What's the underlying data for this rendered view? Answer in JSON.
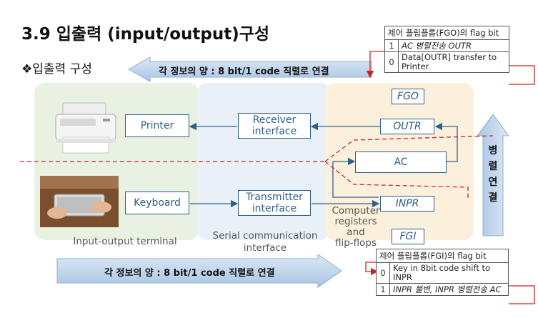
{
  "title": "3.9 입출력 (input/output)구성",
  "subtitle": "❖입출력 구성",
  "top_banner": "각 정보의 양 : 8 bit/1 code  직렬로 연결",
  "bottom_banner": "각 정보의 양 : 8 bit/1 code  직렬로 연결",
  "side_banner": [
    "병",
    "렬",
    "연",
    "결"
  ],
  "devices": {
    "printer": "Printer",
    "keyboard": "Keyboard",
    "receiver": "Receiver\ninterface",
    "transmitter": "Transmitter\ninterface",
    "ac": "AC",
    "outr": "OUTR",
    "inpr": "INPR",
    "fgo": "FGO",
    "fgi": "FGI"
  },
  "captions": {
    "terminal": "Input-output terminal",
    "serial": "Serial communication\ninterface",
    "registers": "Computer\nregisters\nand\nflip-flops"
  },
  "fgo_table": {
    "header": "제어 플립플롭(FGO)의 flag bit",
    "rows": [
      {
        "bit": "1",
        "desc": "AC 병렬전송  OUTR"
      },
      {
        "bit": "0",
        "desc": "Data[OUTR] transfer to Printer"
      }
    ]
  },
  "fgi_table": {
    "header": "제어 플립플롭(FGI)의 flag bit",
    "rows": [
      {
        "bit": "0",
        "desc": "Key in 8bit code shift to INPR"
      },
      {
        "bit": "1",
        "desc": "INPR 불변, INPR 병렬전송 AC"
      }
    ]
  },
  "colors": {
    "terminal_region": "#e8f1e2",
    "serial_region": "#e9f0f8",
    "registers_region": "#fbf0dc",
    "banner": "#c9dcef",
    "box_border": "#2f5f8a",
    "dashed": "#cc2222"
  }
}
